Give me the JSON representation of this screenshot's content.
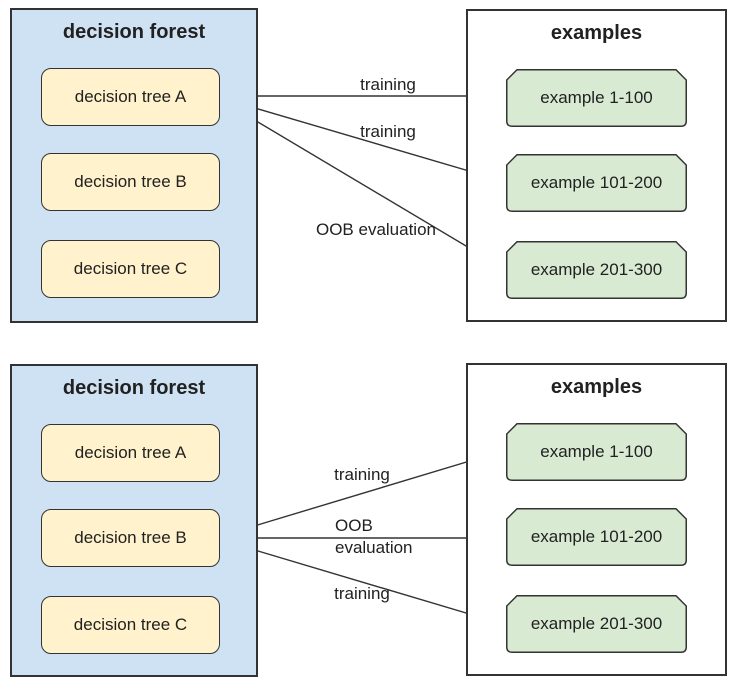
{
  "colors": {
    "background": "#ffffff",
    "forest_fill": "#cfe2f3",
    "tree_fill": "#fff2cc",
    "example_fill": "#d9ead3",
    "border": "#333333",
    "arrow": "#333333",
    "text": "#212121"
  },
  "panels": [
    {
      "name": "top",
      "forest": {
        "title": "decision forest",
        "trees": [
          "decision tree A",
          "decision tree B",
          "decision tree C"
        ]
      },
      "examples": {
        "title": "examples",
        "items": [
          "example 1-100",
          "example 101-200",
          "example 201-300"
        ]
      },
      "arrows": [
        {
          "from": "decision tree A",
          "to": "example 1-100",
          "label": "training"
        },
        {
          "from": "decision tree A",
          "to": "example 101-200",
          "label": "training"
        },
        {
          "from": "decision tree A",
          "to": "example 201-300",
          "label": "OOB evaluation"
        }
      ]
    },
    {
      "name": "bottom",
      "forest": {
        "title": "decision forest",
        "trees": [
          "decision tree A",
          "decision tree B",
          "decision tree C"
        ]
      },
      "examples": {
        "title": "examples",
        "items": [
          "example 1-100",
          "example 101-200",
          "example 201-300"
        ]
      },
      "arrows": [
        {
          "from": "decision tree B",
          "to": "example 1-100",
          "label": "training"
        },
        {
          "from": "decision tree B",
          "to": "example 101-200",
          "label": "OOB evaluation"
        },
        {
          "from": "decision tree B",
          "to": "example 201-300",
          "label": "training"
        }
      ]
    }
  ]
}
